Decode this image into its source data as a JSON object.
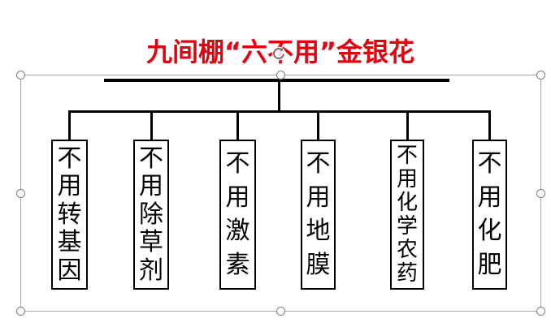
{
  "title": {
    "text": "九间棚“六不用”金银花",
    "color": "#e3000f"
  },
  "diagram": {
    "line_color": "#000000",
    "children": [
      {
        "label": "不用转基因"
      },
      {
        "label": "不用除草剂"
      },
      {
        "label": "不用激素"
      },
      {
        "label": "不用地膜"
      },
      {
        "label": "不用化学农药"
      },
      {
        "label": "不用化肥"
      }
    ]
  },
  "editor": {
    "selection_color": "#a6a6a6",
    "handle_color": "#7f7f7f",
    "rotate_icon": "rotate-clockwise-icon"
  }
}
